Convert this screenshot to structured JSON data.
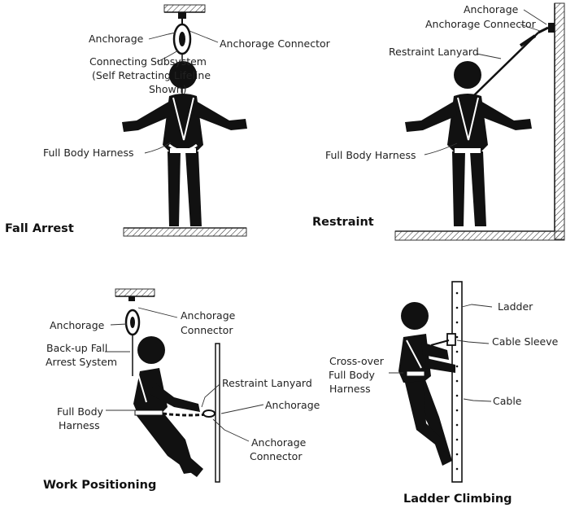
{
  "panels": {
    "fall_arrest": {
      "title": "Fall Arrest",
      "labels": {
        "anchorage": "Anchorage",
        "anchorage_connector": "Anchorage Connector",
        "connecting_subsystem_1": "Connecting Subsystem",
        "connecting_subsystem_2": "(Self Retracting Lifeline",
        "connecting_subsystem_3": "Shown)",
        "harness": "Full Body Harness"
      }
    },
    "restraint": {
      "title": "Restraint",
      "labels": {
        "anchorage": "Anchorage",
        "anchorage_connector": "Anchorage Connector",
        "lanyard": "Restraint Lanyard",
        "harness": "Full Body Harness"
      }
    },
    "work_positioning": {
      "title": "Work Positioning",
      "labels": {
        "anchorage_top": "Anchorage",
        "anchorage_connector_top_1": "Anchorage",
        "anchorage_connector_top_2": "Connector",
        "backup_1": "Back-up Fall",
        "backup_2": "Arrest System",
        "restraint_lanyard": "Restraint Lanyard",
        "anchorage_right": "Anchorage",
        "harness_1": "Full Body",
        "harness_2": "Harness",
        "anchorage_connector_bottom_1": "Anchorage",
        "anchorage_connector_bottom_2": "Connector"
      }
    },
    "ladder_climbing": {
      "title": "Ladder Climbing",
      "labels": {
        "ladder": "Ladder",
        "cable_sleeve": "Cable Sleeve",
        "harness_1": "Cross-over",
        "harness_2": "Full Body",
        "harness_3": "Harness",
        "cable": "Cable"
      }
    }
  }
}
